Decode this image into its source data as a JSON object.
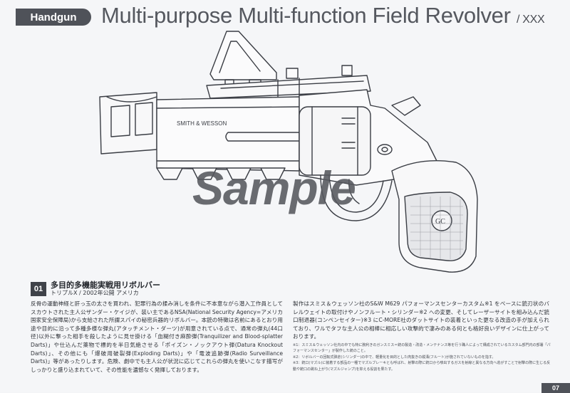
{
  "header": {
    "category": "Handgun",
    "title": "Multi-purpose Multi-function Field Revolver",
    "title_suffix": "/ XXX"
  },
  "illustration": {
    "engraving": "SMITH & WESSON",
    "grip_logo": "GC",
    "watermark": "Sample"
  },
  "section": {
    "number": "01",
    "title": "多目的多機能実戦用リボルバー",
    "subtitle": "トリプルX / 2002年公開 アメリカ"
  },
  "body_left": "反骨の運動神経と肝っ玉の太さを買われ、犯罪行為の揉み消しを条件に不本意ながら潜入工作員としてスカウトされた主人公ザンダー・ケイジが、装い主であるNSA(National Security Agency=アメリカ国家安全保障局)から支給された所謂スパイの秘密兵器的リボルバー。本銃の特徴は名前にあるとおり用途や目的に沿って多種多様な弾丸(アタッチメント・ダーツ)が用意されている点で、通常の弾丸(44口径)以外に撃った相手を殺したように見せ掛ける「血糊付き麻酔弾(Tranquilizer and Blood-splatter Darts)」や仕込んだ薬物で標的を半日気絶させる「ポイズン・ノックアウト弾(Datura Knockout Darts)」、その他にも「爆破用破裂弾(Exploding Darts)」や「電波追跡弾(Radio Surveillance Darts)」等があったりします。危険、劇中でも主人公が状況に応じてこれらの弾丸を使いこなす描写がしっかりと盛り込まれていて、その性能を遺憾なく発揮しております。",
  "body_right": "製作はスミス＆ウェッソン社のS&W M629 パフォーマンスセンターカスタム※1 をベースに銃刃状のバレルウェイトの取付けやノンフルート・シリンダー※2 への変更、そしてレーザーサイトを組み込んだ銃口制退器(コンペンセイター)※3 にC-MORE社のダットサイトの装着といった更なる改造の手が加えられており、ワルでタフな主人公の相棒に相応しい攻撃的で凄みのある何とも格好良いデザインに仕上がっております。",
  "notes": [
    "※1：スミス＆ウェッソン社内の中でも特に腕利きのガンスミス＝銃の製造・改造・メンテナンス等を行う職人によって構成されているカスタム部門内の部署「パフォーマンスセンター」が製作した銃のこと。",
    "※2：リボルバーの回転式弾倉(シリンダー)の中で、軽量化を目的とした肉抜きの縦溝(フルート)が施されていないものを指す。",
    "※3：銃口(マズル)に装着する部品の一種でマズルブレーキとも呼ばれ、射撃の際に銃口から噴出するガスを射線と異なる方向へ逃がすことで射撃の際に生じる反動や銃口の跳ね上がり(マズルジャンプ)を抑える役割を果たす。"
  ],
  "page_number": "07"
}
